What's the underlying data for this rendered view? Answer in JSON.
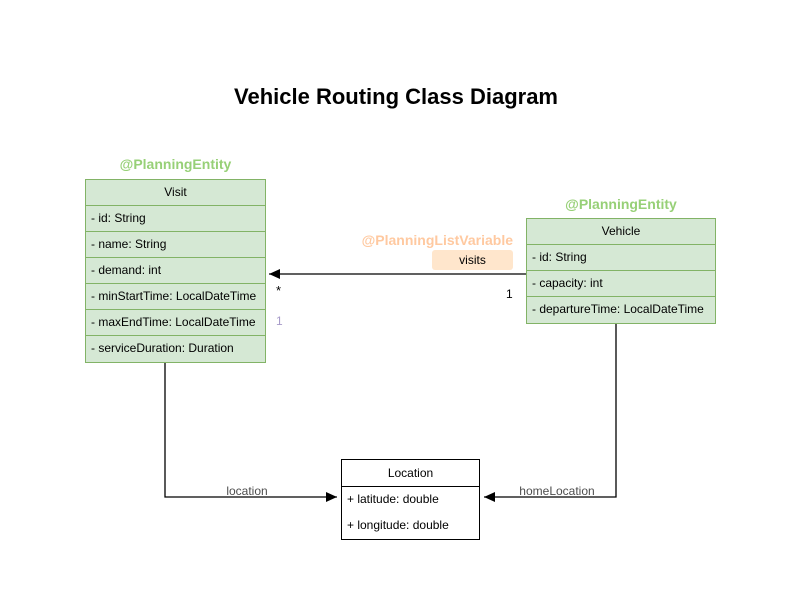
{
  "title": "Vehicle Routing Class Diagram",
  "colors": {
    "class_fill": "#d5e8d4",
    "class_stroke": "#82b366",
    "annotation_green": "#97d077",
    "annotation_orange": "#ffc9a0",
    "edge_label_bg": "#ffe6cc",
    "multiplicity_purple": "#a79bc9",
    "line": "#000000"
  },
  "classes": {
    "visit": {
      "annotation": "@PlanningEntity",
      "name": "Visit",
      "attributes": [
        "- id: String",
        "- name: String",
        "- demand: int",
        "- minStartTime: LocalDateTime",
        "- maxEndTime: LocalDateTime",
        "- serviceDuration: Duration"
      ]
    },
    "vehicle": {
      "annotation": "@PlanningEntity",
      "name": "Vehicle",
      "attributes": [
        "- id: String",
        "- capacity: int",
        "- departureTime: LocalDateTime"
      ]
    },
    "location": {
      "name": "Location",
      "attributes": [
        "+ latitude: double",
        "+ longitude: double"
      ]
    }
  },
  "relations": {
    "visits": {
      "annotation": "@PlanningListVariable",
      "label": "visits",
      "target_multiplicity": "*",
      "source_multiplicity": "1",
      "shadow_multiplicity": "1"
    },
    "location": {
      "label": "location"
    },
    "home_location": {
      "label": "homeLocation"
    }
  }
}
